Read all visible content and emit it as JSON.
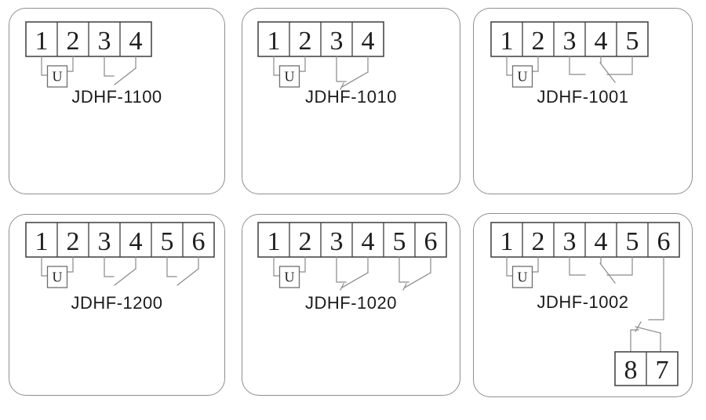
{
  "colors": {
    "wire": "#8a8a8a",
    "terminal_border": "#3d3d3d",
    "text": "#1f1f1f",
    "panel_border": "#8f8f8f"
  },
  "panels": [
    {
      "label": "JDHF-1100",
      "coil_label": "U",
      "terminals": [
        "1",
        "2",
        "3",
        "4"
      ],
      "contacts": [
        {
          "type": "no",
          "t": [
            2,
            3
          ]
        }
      ]
    },
    {
      "label": "JDHF-1010",
      "coil_label": "U",
      "terminals": [
        "1",
        "2",
        "3",
        "4"
      ],
      "contacts": [
        {
          "type": "nc",
          "t": [
            2,
            3
          ]
        }
      ]
    },
    {
      "label": "JDHF-1001",
      "coil_label": "U",
      "terminals": [
        "1",
        "2",
        "3",
        "4",
        "5"
      ],
      "contacts": [
        {
          "type": "co",
          "t": [
            2,
            3,
            4
          ]
        }
      ]
    },
    {
      "label": "JDHF-1200",
      "coil_label": "U",
      "terminals": [
        "1",
        "2",
        "3",
        "4",
        "5",
        "6"
      ],
      "contacts": [
        {
          "type": "no",
          "t": [
            2,
            3
          ]
        },
        {
          "type": "no",
          "t": [
            4,
            5
          ]
        }
      ]
    },
    {
      "label": "JDHF-1020",
      "coil_label": "U",
      "terminals": [
        "1",
        "2",
        "3",
        "4",
        "5",
        "6"
      ],
      "contacts": [
        {
          "type": "nc",
          "t": [
            2,
            3
          ]
        },
        {
          "type": "nc",
          "t": [
            4,
            5
          ]
        }
      ]
    },
    {
      "label": "JDHF-1002",
      "coil_label": "U",
      "terminals": [
        "1",
        "2",
        "3",
        "4",
        "5",
        "6"
      ],
      "contacts": [
        {
          "type": "co",
          "t": [
            2,
            3,
            4
          ]
        },
        {
          "type": "co_remote",
          "from": 5,
          "terminals": [
            "8",
            "7"
          ]
        }
      ]
    }
  ]
}
